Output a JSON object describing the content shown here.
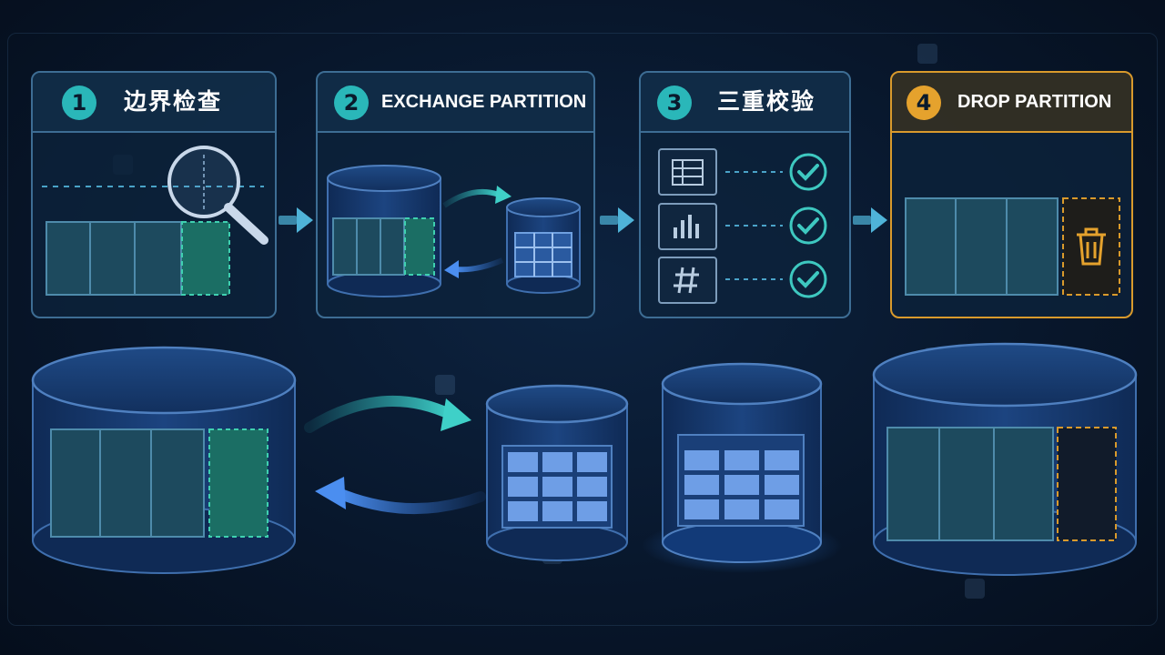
{
  "steps": [
    {
      "number": "1",
      "title": "边界检查"
    },
    {
      "number": "2",
      "title": "EXCHANGE PARTITION"
    },
    {
      "number": "3",
      "title": "三重校验"
    },
    {
      "number": "4",
      "title": "DROP PARTITION"
    }
  ],
  "colors": {
    "teal_accent": "#2ab7b9",
    "orange_accent": "#e5a22d",
    "card_border": "#3d6d94",
    "cylinder_blue": "#1a3f78",
    "check_teal": "#3ec8c0"
  },
  "icons": {
    "step1": "magnifier-icon",
    "step3_rows": [
      "table-icon",
      "bar-chart-icon",
      "hash-icon"
    ],
    "step3_check": "check-circle-icon",
    "step4": "trash-icon",
    "arrows": "chevron-right-arrow-icon"
  }
}
